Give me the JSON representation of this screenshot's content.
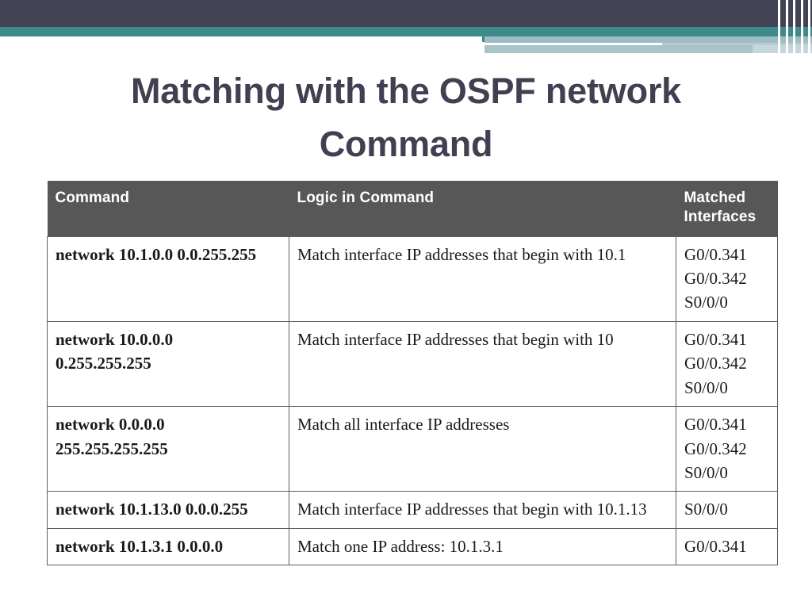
{
  "slide": {
    "title": "Matching with the OSPF network Command",
    "accent_dark": "#434356",
    "accent_teal": "#3d8a8a",
    "accent_light": "#a9c3ca",
    "header_bg": "#575757"
  },
  "table": {
    "headers": [
      "Command",
      "Logic in Command",
      "Matched Interfaces"
    ],
    "rows": [
      {
        "command_lines": [
          "network 10.1.0.0 0.0.255.255"
        ],
        "logic": "Match interface IP addresses that begin with 10.1",
        "interfaces": [
          "G0/0.341",
          "G0/0.342",
          "S0/0/0"
        ]
      },
      {
        "command_lines": [
          "network 10.0.0.0",
          "0.255.255.255"
        ],
        "logic": "Match interface IP addresses that begin with 10",
        "interfaces": [
          "G0/0.341",
          "G0/0.342",
          "S0/0/0"
        ]
      },
      {
        "command_lines": [
          "network 0.0.0.0",
          "255.255.255.255"
        ],
        "logic": "Match all interface IP addresses",
        "interfaces": [
          "G0/0.341",
          "G0/0.342",
          "S0/0/0"
        ]
      },
      {
        "command_lines": [
          "network 10.1.13.0 0.0.0.255"
        ],
        "logic": "Match interface IP addresses that begin with 10.1.13",
        "interfaces": [
          "S0/0/0"
        ]
      },
      {
        "command_lines": [
          "network 10.1.3.1  0.0.0.0"
        ],
        "logic": "Match one IP address: 10.1.3.1",
        "interfaces": [
          "G0/0.341"
        ]
      }
    ]
  }
}
